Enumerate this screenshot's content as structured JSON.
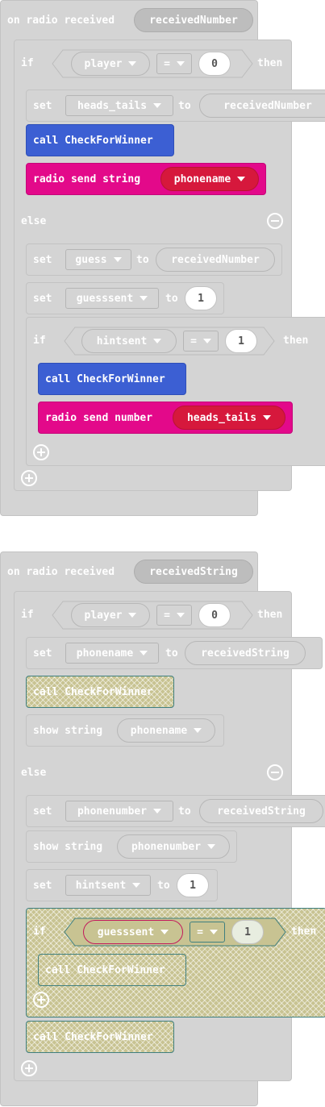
{
  "block1": {
    "event_label": "on radio received",
    "event_param": "receivedNumber",
    "if": {
      "if_label": "if",
      "then_label": "then",
      "left": "player",
      "op": "=",
      "right": "0",
      "then_statements": [
        {
          "kw": "set",
          "var": "heads_tails",
          "to": "to",
          "value": "receivedNumber"
        },
        {
          "call": "call CheckForWinner"
        },
        {
          "send": "radio send string",
          "arg": "phonename"
        }
      ],
      "else_label": "else",
      "else_statements": [
        {
          "kw": "set",
          "var": "guess",
          "to": "to",
          "value": "receivedNumber"
        },
        {
          "kw": "set",
          "var": "guesssent",
          "to": "to",
          "value": "1"
        }
      ],
      "nested_if": {
        "if_label": "if",
        "then_label": "then",
        "left": "hintsent",
        "op": "=",
        "right": "1",
        "call": "call CheckForWinner",
        "send": "radio send number",
        "arg": "heads_tails"
      }
    }
  },
  "block2": {
    "event_label": "on radio received",
    "event_param": "receivedString",
    "if": {
      "if_label": "if",
      "then_label": "then",
      "left": "player",
      "op": "=",
      "right": "0",
      "then_statements": [
        {
          "kw": "set",
          "var": "phonename",
          "to": "to",
          "value": "receivedString"
        },
        {
          "call": "call CheckForWinner"
        },
        {
          "kw": "show string",
          "value": "phonename"
        }
      ],
      "else_label": "else",
      "else_statements": [
        {
          "kw": "set",
          "var": "phonenumber",
          "to": "to",
          "value": "receivedString"
        },
        {
          "kw": "show string",
          "value": "phonenumber"
        },
        {
          "kw": "set",
          "var": "hintsent",
          "to": "to",
          "value": "1"
        }
      ],
      "nested_if": {
        "if_label": "if",
        "then_label": "then",
        "left": "guesssent",
        "op": "=",
        "right": "1",
        "call": "call CheckForWinner"
      },
      "after_call": "call CheckForWinner"
    }
  },
  "colors": {
    "block_gray": "#d4d4d4",
    "call_blue": "#3c5fd3",
    "radio_pink": "#e3098a",
    "variable_red": "#d6183c",
    "disabled_hatch": "#c8c392"
  },
  "icons": [
    "collapse-minus-icon",
    "add-plus-icon",
    "dropdown-arrow-icon"
  ]
}
